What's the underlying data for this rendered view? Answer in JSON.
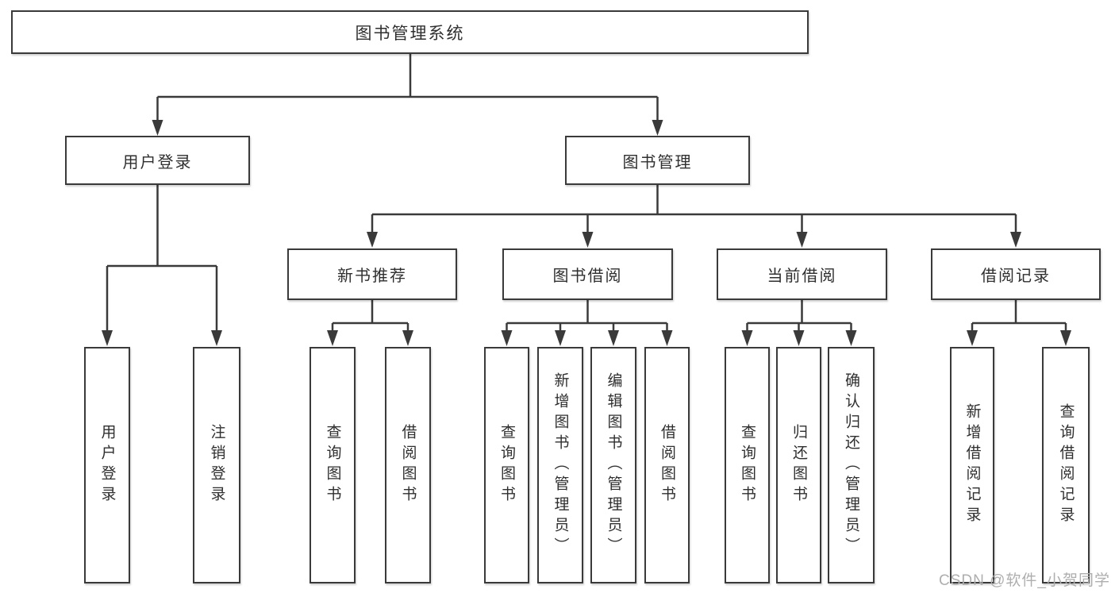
{
  "diagram_type": "hierarchy-flowchart",
  "colors": {
    "line": "#3a3a3a",
    "text": "#2f2f2f",
    "box_bg": "#ffffff",
    "watermark": "#aeaeae"
  },
  "tree": {
    "label": "图书管理系统",
    "children": [
      {
        "label": "用户登录",
        "children": [
          {
            "label": "用户登录"
          },
          {
            "label": "注销登录"
          }
        ]
      },
      {
        "label": "图书管理",
        "children": [
          {
            "label": "新书推荐",
            "children": [
              {
                "label": "查询图书"
              },
              {
                "label": "借阅图书"
              }
            ]
          },
          {
            "label": "图书借阅",
            "children": [
              {
                "label": "查询图书"
              },
              {
                "label": "新增图书（管理员）"
              },
              {
                "label": "编辑图书（管理员）"
              },
              {
                "label": "借阅图书"
              }
            ]
          },
          {
            "label": "当前借阅",
            "children": [
              {
                "label": "查询图书"
              },
              {
                "label": "归还图书"
              },
              {
                "label": "确认归还（管理员）"
              }
            ]
          },
          {
            "label": "借阅记录",
            "children": [
              {
                "label": "新增借阅记录"
              },
              {
                "label": "查询借阅记录"
              }
            ]
          }
        ]
      }
    ]
  },
  "watermark": {
    "text": "CSDN @软件_小贺同学"
  }
}
